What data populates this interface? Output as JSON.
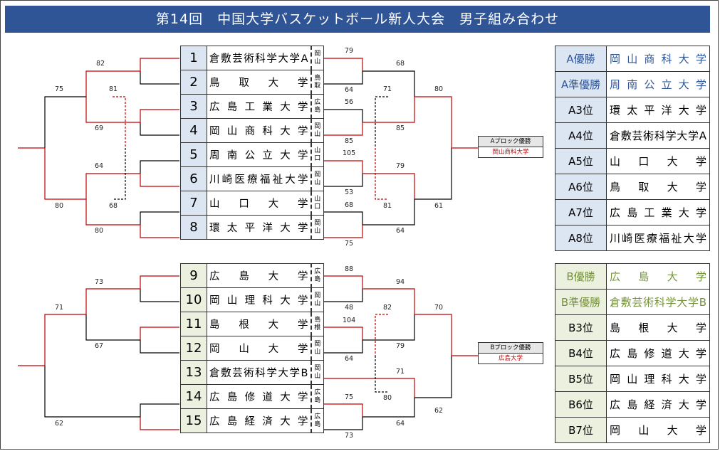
{
  "title": "第14回　中国大学バスケットボール新人大会　男子組み合わせ",
  "blockA": {
    "teams": [
      {
        "num": "1",
        "name": "倉敷芸術科学大学A",
        "pref": "岡山"
      },
      {
        "num": "2",
        "name": "鳥取大学",
        "pref": "鳥取"
      },
      {
        "num": "3",
        "name": "広島工業大学",
        "pref": "広島"
      },
      {
        "num": "4",
        "name": "岡山商科大学",
        "pref": "岡山"
      },
      {
        "num": "5",
        "name": "周南公立大学",
        "pref": "山口"
      },
      {
        "num": "6",
        "name": "川崎医療福祉大学",
        "pref": "岡山"
      },
      {
        "num": "7",
        "name": "山口大学",
        "pref": "山口"
      },
      {
        "num": "8",
        "name": "環太平洋大学",
        "pref": "岡山"
      }
    ],
    "winner_box": {
      "title": "Aブロック優勝",
      "name": "岡山商科大学"
    },
    "ranking": [
      {
        "rank": "A優勝",
        "name": "岡山商科大学"
      },
      {
        "rank": "A準優勝",
        "name": "周南公立大学"
      },
      {
        "rank": "A3位",
        "name": "環太平洋大学"
      },
      {
        "rank": "A4位",
        "name": "倉敷芸術科学大学A"
      },
      {
        "rank": "A5位",
        "name": "山口大学"
      },
      {
        "rank": "A6位",
        "name": "鳥取大学"
      },
      {
        "rank": "A7位",
        "name": "広島工業大学"
      },
      {
        "rank": "A8位",
        "name": "川崎医療福祉大学"
      }
    ],
    "scores": {
      "l1_top": "82",
      "l1_bot": "69",
      "l2_top": "64",
      "l2_bot": "80",
      "l3_top": "75",
      "l3_bot": "80",
      "lc_top": "81",
      "lc_bot": "68",
      "r1a_top": "79",
      "r1a_bot": "64",
      "r1b_top": "56",
      "r1b_bot": "85",
      "r1c_top": "105",
      "r1c_bot": "53",
      "r1d_top": "68",
      "r1d_bot": "75",
      "r2_top": "68",
      "r2_bot": "85",
      "r2b_top": "79",
      "r2b_bot": "64",
      "r3_top": "80",
      "r3_bot": "61",
      "rc_top": "71",
      "rc_bot": "81"
    }
  },
  "blockB": {
    "teams": [
      {
        "num": "9",
        "name": "広島大学",
        "pref": "広島"
      },
      {
        "num": "10",
        "name": "岡山理科大学",
        "pref": "岡山"
      },
      {
        "num": "11",
        "name": "島根大学",
        "pref": "島根"
      },
      {
        "num": "12",
        "name": "岡山大学",
        "pref": "岡山"
      },
      {
        "num": "13",
        "name": "倉敷芸術科学大学B",
        "pref": "岡山"
      },
      {
        "num": "14",
        "name": "広島修道大学",
        "pref": "広島"
      },
      {
        "num": "15",
        "name": "広島経済大学",
        "pref": "広島"
      }
    ],
    "winner_box": {
      "title": "Bブロック優勝",
      "name": "広島大学"
    },
    "ranking": [
      {
        "rank": "B優勝",
        "name": "広島大学"
      },
      {
        "rank": "B準優勝",
        "name": "倉敷芸術科学大学B"
      },
      {
        "rank": "B3位",
        "name": "島根大学"
      },
      {
        "rank": "B4位",
        "name": "広島修道大学"
      },
      {
        "rank": "B5位",
        "name": "岡山理科大学"
      },
      {
        "rank": "B6位",
        "name": "広島経済大学"
      },
      {
        "rank": "B7位",
        "name": "岡山大学"
      }
    ],
    "scores": {
      "l1_top": "73",
      "l1_bot": "67",
      "l3_top": "71",
      "l3_bot": "62",
      "r1a_top": "88",
      "r1a_bot": "48",
      "r1b_top": "104",
      "r1b_bot": "64",
      "r1d_top": "75",
      "r1d_bot": "73",
      "r2_top": "94",
      "r2_bot": "79",
      "r2b_top": "71",
      "r2b_bot": "64",
      "r3_top": "70",
      "r3_bot": "62",
      "rc_top": "82",
      "rc_bot": "80"
    }
  },
  "colors": {
    "title_bg": "#2f5597",
    "winner_line": "#c00000",
    "loser_line": "#000000",
    "blockA_cell": "#dce6f2",
    "blockB_cell": "#ebf1de"
  }
}
